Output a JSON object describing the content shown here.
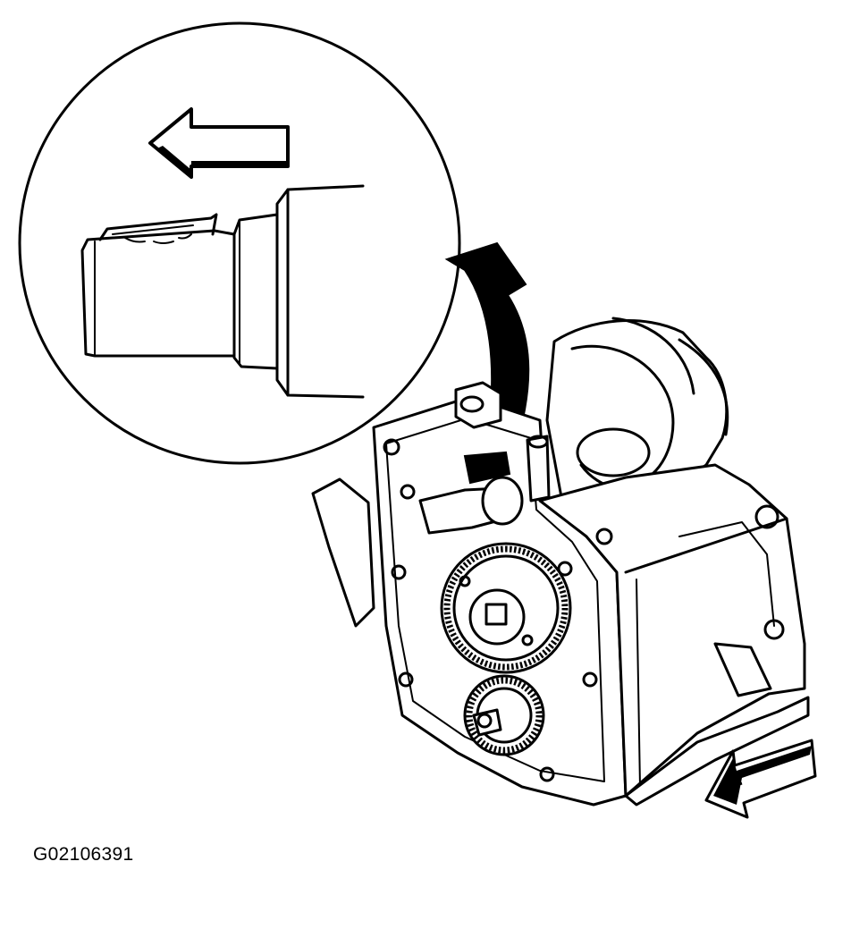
{
  "figure": {
    "id_label": "G02106391"
  },
  "icons": {
    "magnifier": "magnified-detail-circle",
    "callout": "curved-callout-arrow",
    "direction_detail": "left-arrow-outline",
    "direction_main": "left-arrow-shaded"
  }
}
